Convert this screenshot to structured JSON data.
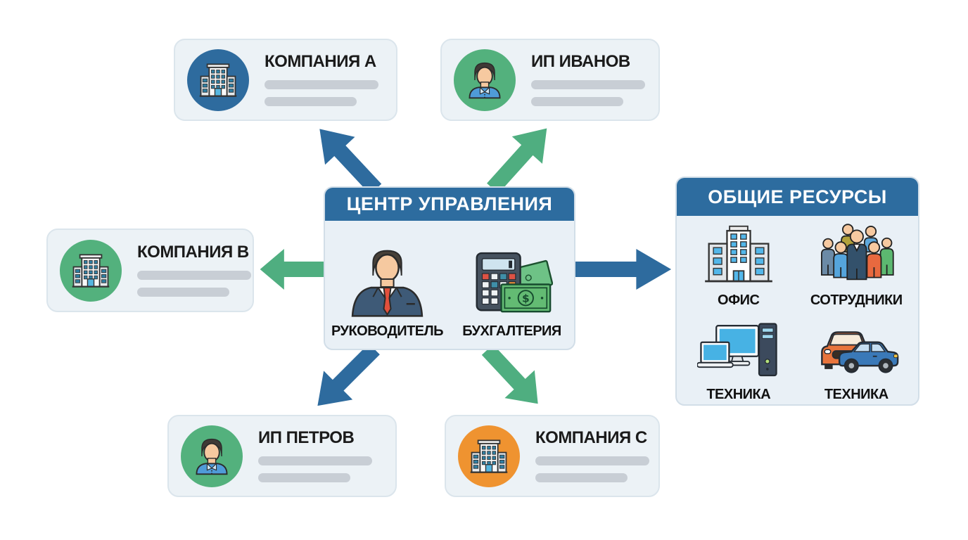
{
  "cards": [
    {
      "title": "КОМПАНИЯ А",
      "entity_type": "company",
      "icon": "building-icon",
      "icon_bg": "#2e6b9e"
    },
    {
      "title": "ИП ИВАНОВ",
      "entity_type": "individual-entrepreneur",
      "icon": "person-icon",
      "icon_bg": "#53b17d"
    },
    {
      "title": "КОМПАНИЯ В",
      "entity_type": "company",
      "icon": "building-icon",
      "icon_bg": "#53b17d"
    },
    {
      "title": "ИП ПЕТРОВ",
      "entity_type": "individual-entrepreneur",
      "icon": "person-icon",
      "icon_bg": "#53b17d"
    },
    {
      "title": "КОМПАНИЯ С",
      "entity_type": "company",
      "icon": "building-icon",
      "icon_bg": "#ef9330"
    }
  ],
  "center_panel": {
    "title": "ЦЕНТР УПРАВЛЕНИЯ",
    "items": [
      {
        "label": "РУКОВОДИТЕЛЬ",
        "icon": "manager-icon"
      },
      {
        "label": "БУХГАЛТЕРИЯ",
        "icon": "calculator-money-icon"
      }
    ],
    "currency_symbol": "$"
  },
  "resources_panel": {
    "title": "ОБЩИЕ РЕСУРСЫ",
    "items": [
      {
        "label": "ОФИС",
        "icon": "office-building-icon"
      },
      {
        "label": "СОТРУДНИКИ",
        "icon": "people-group-icon"
      },
      {
        "label": "ТЕХНИКА",
        "icon": "computers-icon"
      },
      {
        "label": "ТЕХНИКА",
        "icon": "cars-icon"
      }
    ]
  },
  "arrows": [
    {
      "to": "КОМПАНИЯ А",
      "direction": "up-left",
      "color": "#2e6b9e"
    },
    {
      "to": "ИП ИВАНОВ",
      "direction": "up-right",
      "color": "#4fae80"
    },
    {
      "to": "КОМПАНИЯ В",
      "direction": "left",
      "color": "#4fae80"
    },
    {
      "to": "ОБЩИЕ РЕСУРСЫ",
      "direction": "right",
      "color": "#2e6b9e"
    },
    {
      "to": "ИП ПЕТРОВ",
      "direction": "down-left",
      "color": "#2e6b9e"
    },
    {
      "to": "КОМПАНИЯ С",
      "direction": "down-right",
      "color": "#4fae80"
    }
  ],
  "colors": {
    "accent_blue": "#2d6c9f",
    "accent_green": "#4fae80",
    "accent_orange": "#ef9330",
    "card_background": "#ecf2f6",
    "placeholder_bar": "#c8ced5"
  }
}
